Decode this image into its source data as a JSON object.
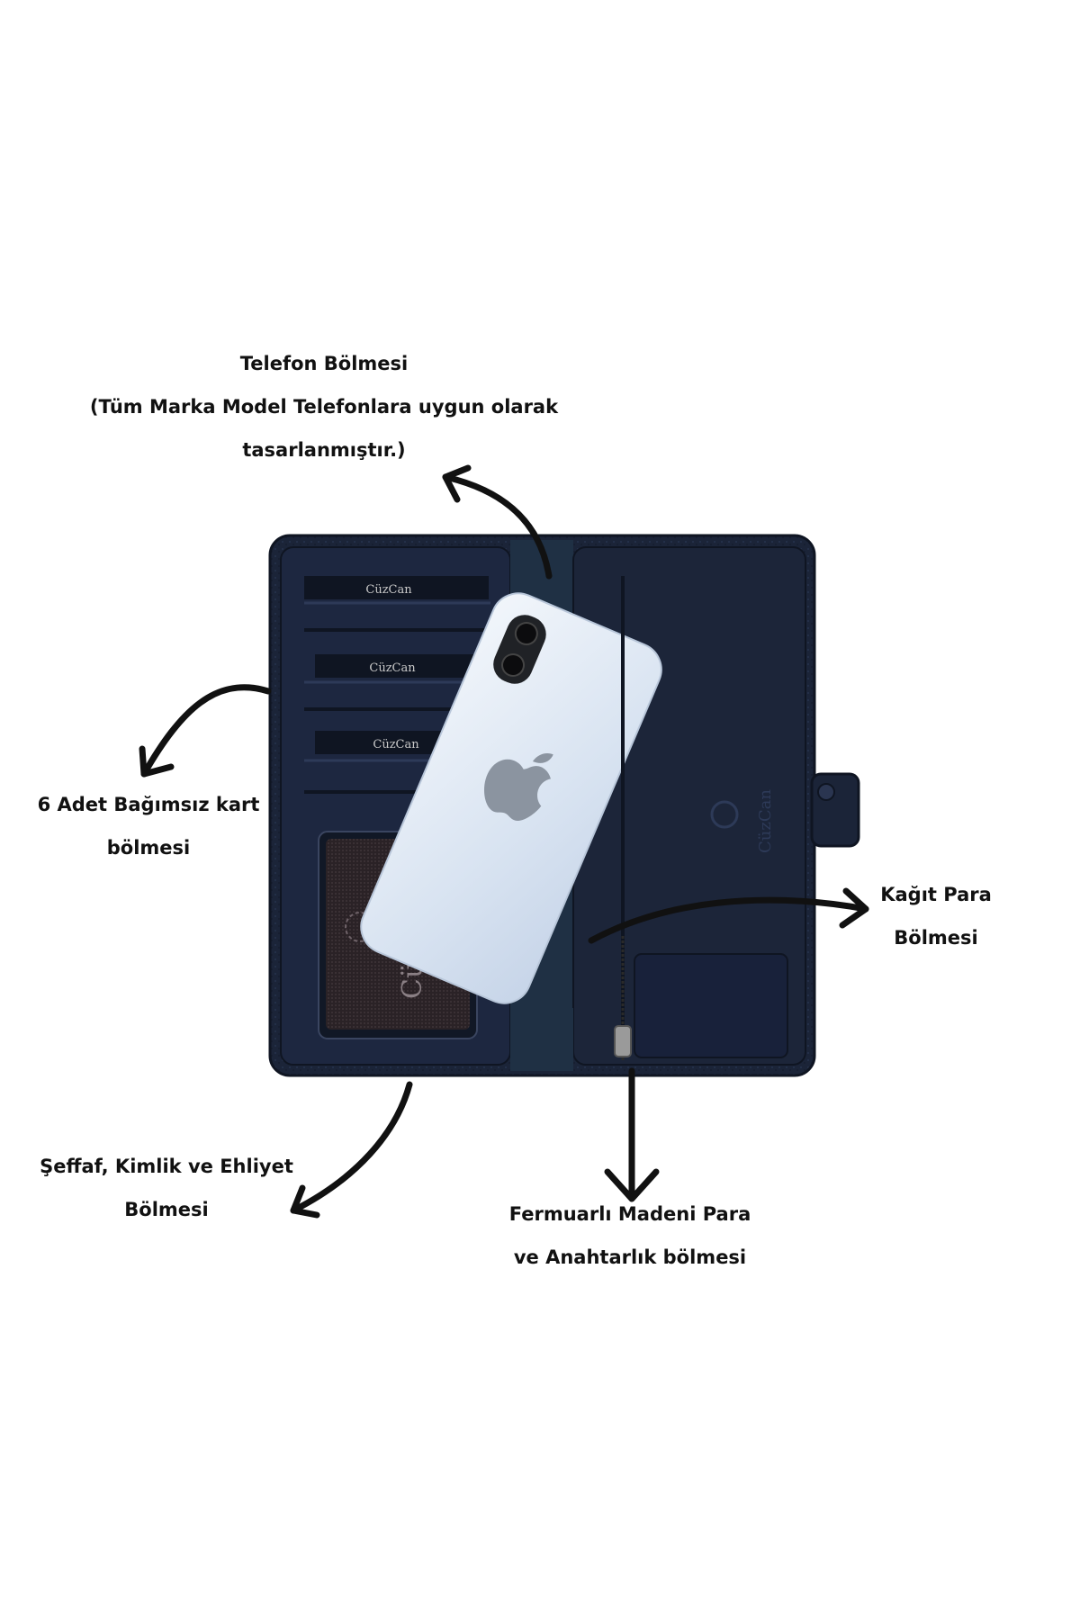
{
  "colors": {
    "background": "#ffffff",
    "wallet_navy": "#1b2438",
    "wallet_navy_dark": "#121a2a",
    "phone_white": "#dde7f4",
    "arrow": "#111111"
  },
  "brand": {
    "logo_text": "CüzCan"
  },
  "annotations": {
    "phone_compartment": {
      "lines": [
        "Telefon Bölmesi",
        "(Tüm Marka Model Telefonlara uygun olarak",
        "tasarlanmıştır.)"
      ]
    },
    "card_slots": {
      "lines": [
        "6 Adet Bağımsız kart",
        "bölmesi"
      ]
    },
    "cash_compartment": {
      "lines": [
        "Kağıt Para",
        "Bölmesi"
      ]
    },
    "id_window": {
      "lines": [
        "Şeffaf, Kimlik ve Ehliyet",
        "Bölmesi"
      ]
    },
    "coin_zip": {
      "lines": [
        "Fermuarlı Madeni Para",
        "ve Anahtarlık bölmesi"
      ]
    }
  },
  "icons": {
    "arrows": "curved-arrow-icon",
    "phone_logo": "apple-logo-icon"
  }
}
